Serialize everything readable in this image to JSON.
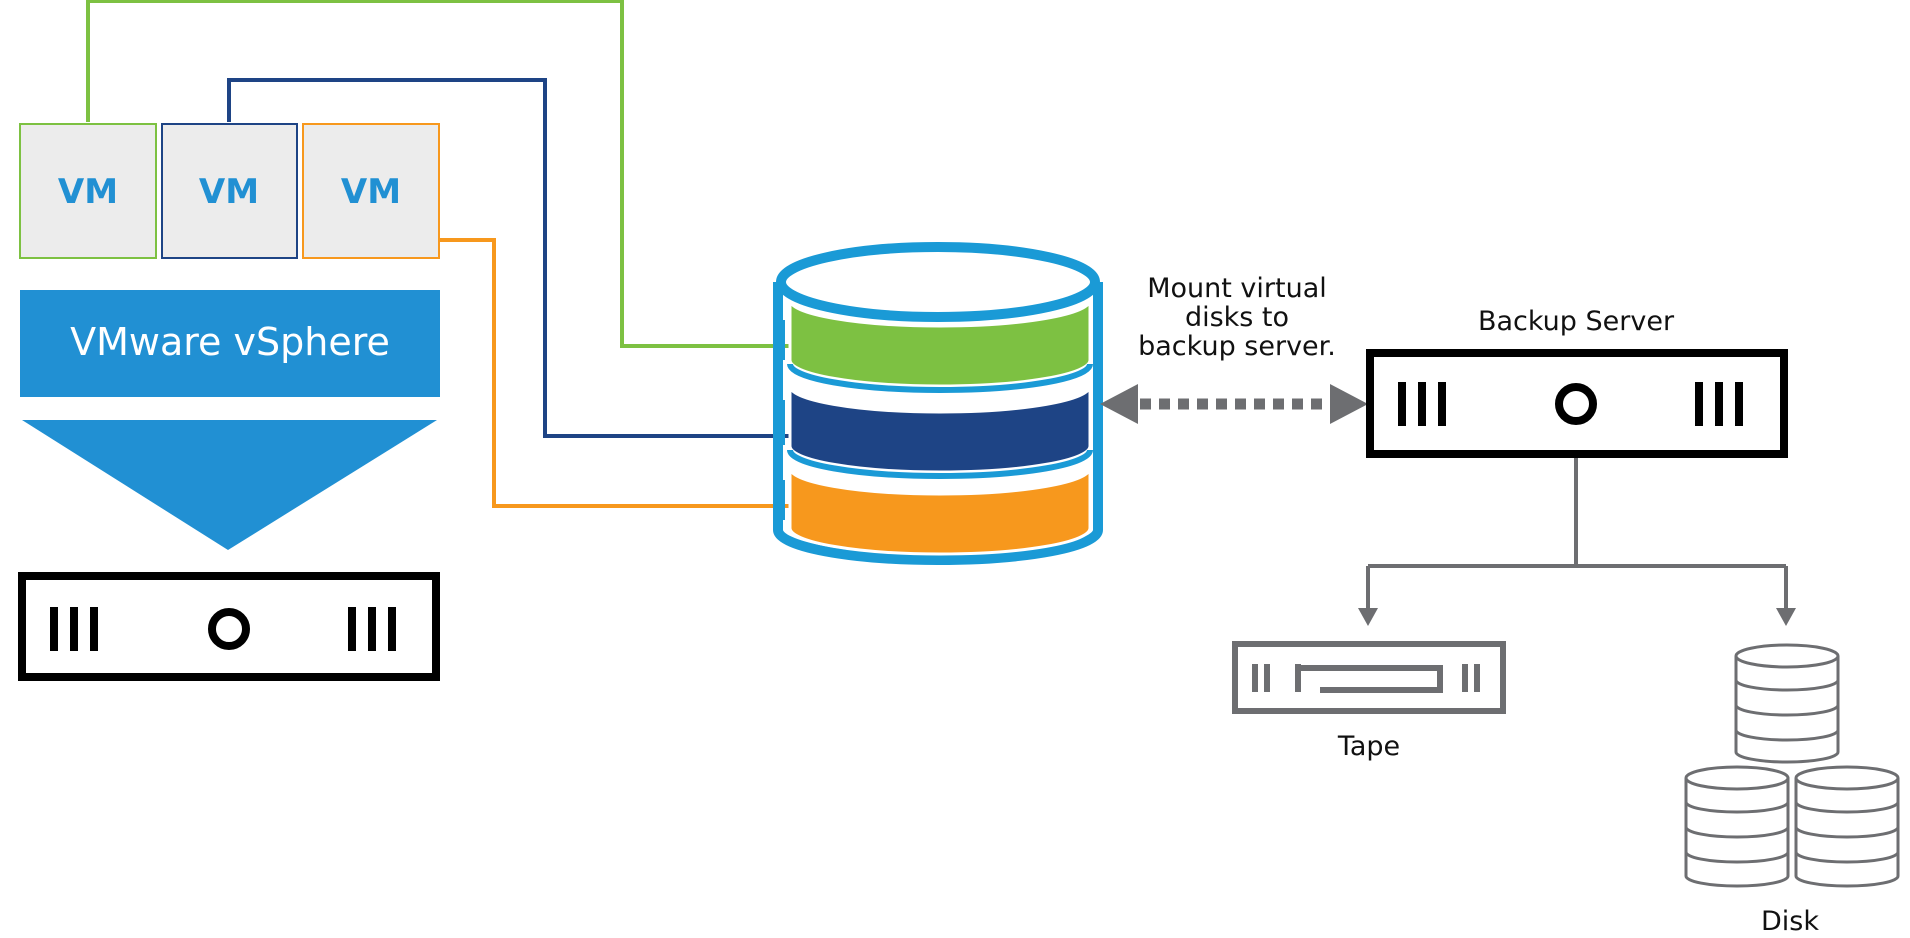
{
  "vms": [
    {
      "label": "VM",
      "color": "#7dc142"
    },
    {
      "label": "VM",
      "color": "#1e4485"
    },
    {
      "label": "VM",
      "color": "#f7981d"
    }
  ],
  "hypervisor": {
    "label": "VMware vSphere",
    "color": "#2190d3"
  },
  "datastore": {
    "rim_color": "#1a9ad6",
    "layers": [
      {
        "vm_index": 1,
        "color": "#7dc142"
      },
      {
        "vm_index": 2,
        "color": "#1e4485"
      },
      {
        "vm_index": 3,
        "color": "#f7981d"
      }
    ]
  },
  "mount_caption": [
    "Mount virtual",
    "disks to",
    "backup server."
  ],
  "backup_server": {
    "label": "Backup Server"
  },
  "targets": {
    "tape_label": "Tape",
    "disk_label": "Disk",
    "line_color": "#6d6e71"
  },
  "hosts": {
    "left_server_glyphs": [
      "III",
      "O",
      "III"
    ],
    "backup_server_glyphs": [
      "III",
      "O",
      "III"
    ]
  }
}
